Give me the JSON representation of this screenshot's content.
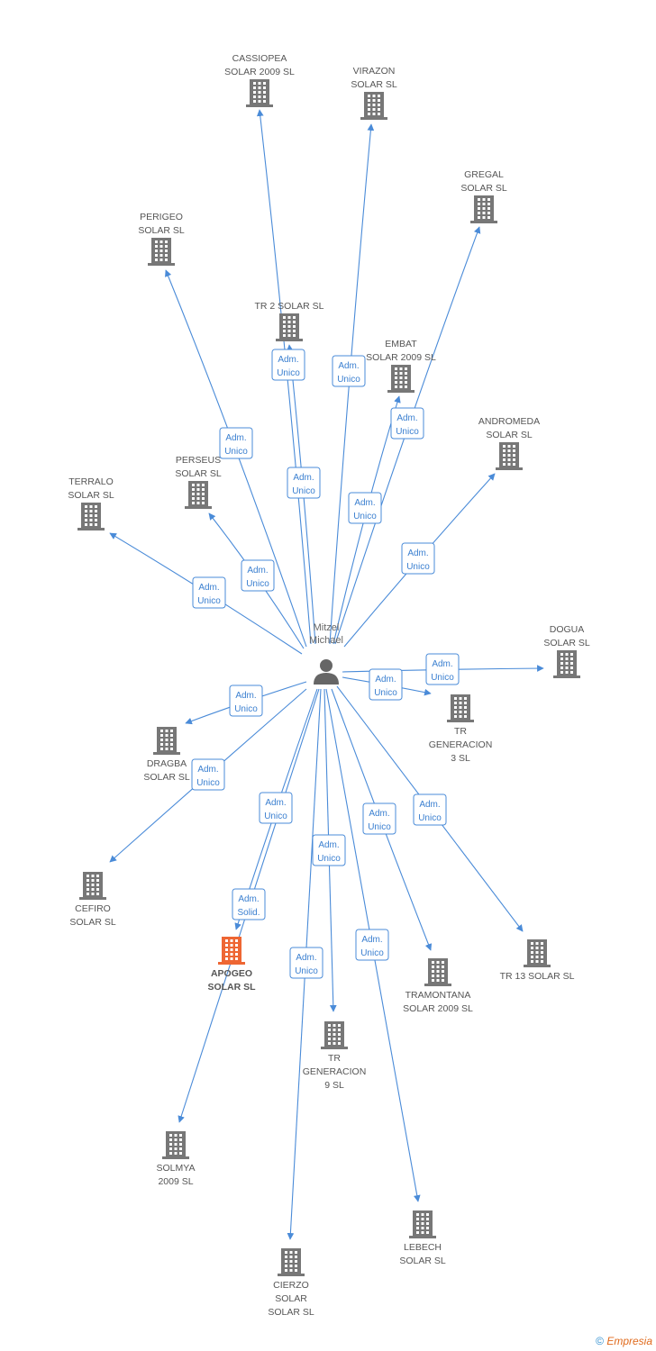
{
  "colors": {
    "edge": "#4a8bd8",
    "building": "#777777",
    "focus_building": "#ee6633",
    "person": "#666666"
  },
  "person": {
    "name_lines": [
      "Mitzel",
      "Michael"
    ],
    "icon": "person-icon"
  },
  "companies": [
    {
      "id": "cassiopea",
      "lines": [
        "CASSIOPEA",
        "SOLAR 2009 SL"
      ],
      "focus": false
    },
    {
      "id": "virazon",
      "lines": [
        "VIRAZON",
        "SOLAR SL"
      ],
      "focus": false
    },
    {
      "id": "gregal",
      "lines": [
        "GREGAL",
        "SOLAR SL"
      ],
      "focus": false
    },
    {
      "id": "perigeo",
      "lines": [
        "PERIGEO",
        "SOLAR SL"
      ],
      "focus": false
    },
    {
      "id": "tr2",
      "lines": [
        "TR 2 SOLAR SL"
      ],
      "focus": false
    },
    {
      "id": "embat",
      "lines": [
        "EMBAT",
        "SOLAR 2009 SL"
      ],
      "focus": false
    },
    {
      "id": "andromeda",
      "lines": [
        "ANDROMEDA",
        "SOLAR SL"
      ],
      "focus": false
    },
    {
      "id": "perseus",
      "lines": [
        "PERSEUS",
        "SOLAR SL"
      ],
      "focus": false
    },
    {
      "id": "terralo",
      "lines": [
        "TERRALO",
        "SOLAR SL"
      ],
      "focus": false
    },
    {
      "id": "dogua",
      "lines": [
        "DOGUA",
        "SOLAR SL"
      ],
      "focus": false
    },
    {
      "id": "tr3",
      "lines": [
        "TR",
        "GENERACION",
        "3 SL"
      ],
      "focus": false
    },
    {
      "id": "dragba",
      "lines": [
        "DRAGBA",
        "SOLAR SL"
      ],
      "focus": false
    },
    {
      "id": "cefiro",
      "lines": [
        "CEFIRO",
        "SOLAR SL"
      ],
      "focus": false
    },
    {
      "id": "apogeo",
      "lines": [
        "APOGEO",
        "SOLAR SL"
      ],
      "focus": true
    },
    {
      "id": "tr13",
      "lines": [
        "TR 13 SOLAR SL"
      ],
      "focus": false
    },
    {
      "id": "tramontana",
      "lines": [
        "TRAMONTANA",
        "SOLAR 2009 SL"
      ],
      "focus": false
    },
    {
      "id": "tr9",
      "lines": [
        "TR",
        "GENERACION",
        "9 SL"
      ],
      "focus": false
    },
    {
      "id": "solmya",
      "lines": [
        "SOLMYA",
        "2009 SL"
      ],
      "focus": false
    },
    {
      "id": "lebech",
      "lines": [
        "LEBECH",
        "SOLAR SL"
      ],
      "focus": false
    },
    {
      "id": "cierzo",
      "lines": [
        "CIERZO",
        "SOLAR",
        "SOLAR SL"
      ],
      "focus": false
    }
  ],
  "relations": [
    {
      "to": "cassiopea",
      "role": [
        "Adm.",
        "Unico"
      ]
    },
    {
      "to": "virazon",
      "role": [
        "Adm.",
        "Unico"
      ]
    },
    {
      "to": "gregal",
      "role": [
        "Adm.",
        "Unico"
      ]
    },
    {
      "to": "perigeo",
      "role": [
        "Adm.",
        "Unico"
      ]
    },
    {
      "to": "tr2",
      "role": [
        "Adm.",
        "Unico"
      ]
    },
    {
      "to": "embat",
      "role": [
        "Adm.",
        "Unico"
      ]
    },
    {
      "to": "andromeda",
      "role": [
        "Adm.",
        "Unico"
      ]
    },
    {
      "to": "perseus",
      "role": [
        "Adm.",
        "Unico"
      ]
    },
    {
      "to": "terralo",
      "role": [
        "Adm.",
        "Unico"
      ]
    },
    {
      "to": "dogua",
      "role": [
        "Adm.",
        "Unico"
      ]
    },
    {
      "to": "tr3",
      "role": [
        "Adm.",
        "Unico"
      ]
    },
    {
      "to": "dragba",
      "role": [
        "Adm.",
        "Unico"
      ]
    },
    {
      "to": "cefiro",
      "role": [
        "Adm.",
        "Unico"
      ]
    },
    {
      "to": "apogeo",
      "role": [
        "Adm.",
        "Unico"
      ]
    },
    {
      "to": "tr13",
      "role": [
        "Adm.",
        "Unico"
      ]
    },
    {
      "to": "tramontana",
      "role": [
        "Adm.",
        "Unico"
      ]
    },
    {
      "to": "tr9",
      "role": [
        "Adm.",
        "Unico"
      ]
    },
    {
      "to": "solmya",
      "role": [
        "Adm.",
        "Solid."
      ]
    },
    {
      "to": "lebech",
      "role": [
        "Adm.",
        "Unico"
      ]
    },
    {
      "to": "cierzo",
      "role": [
        "Adm.",
        "Unico"
      ]
    }
  ],
  "footer": {
    "copyright": "©",
    "brand": "Empresia"
  }
}
